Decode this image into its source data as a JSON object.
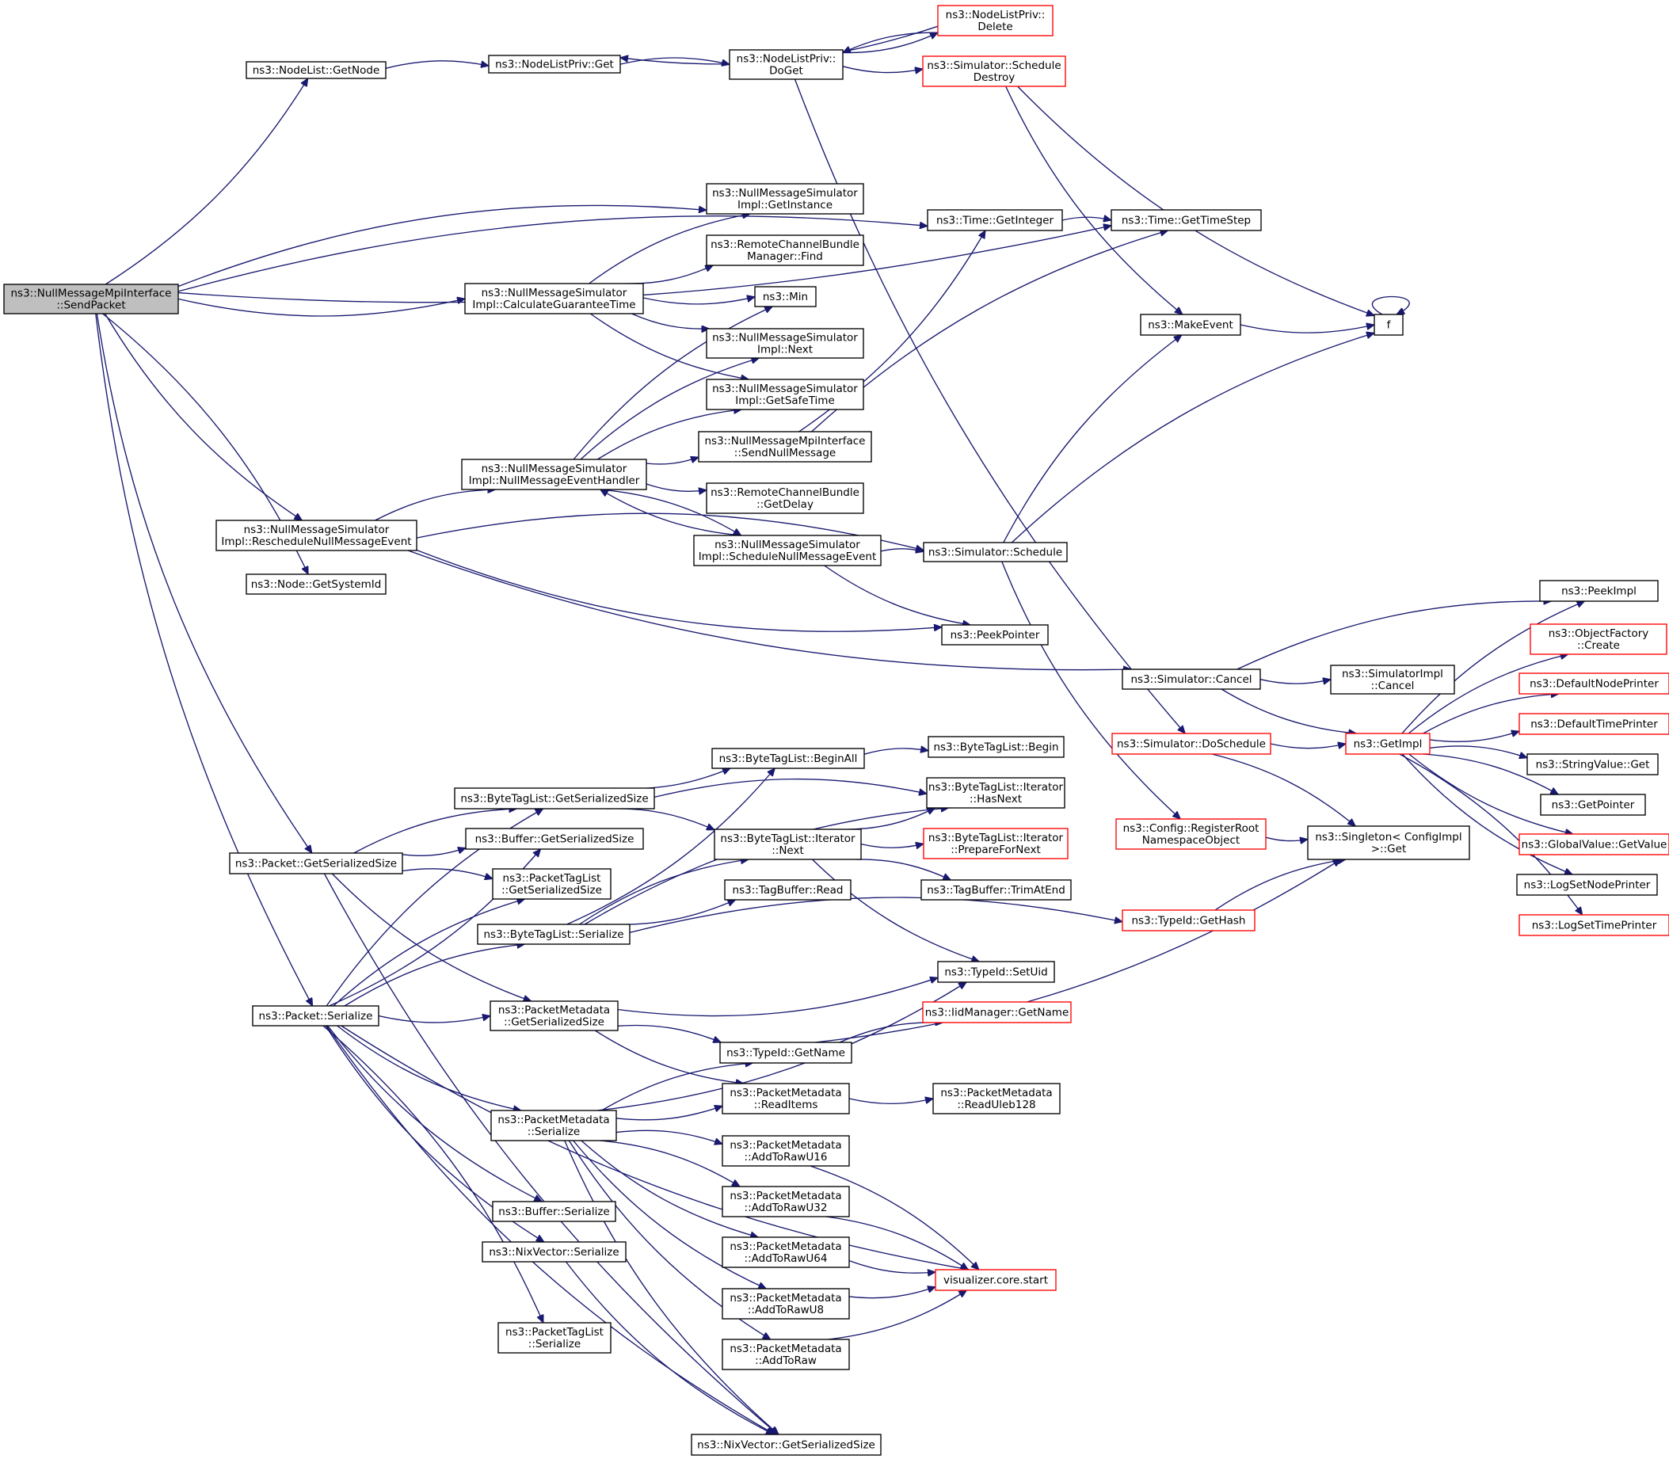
{
  "colors": {
    "edge": "#191970",
    "node_border": "#000000",
    "truncated_node_border": "#ff0000",
    "root_fill": "#bfbfbf",
    "node_fill": "#ffffff"
  },
  "nodes": [
    {
      "id": "root",
      "lines": [
        "ns3::NullMessageMpiInterface",
        "::SendPacket"
      ],
      "root": true
    },
    {
      "id": "getnode",
      "lines": [
        "ns3::NodeList::GetNode"
      ]
    },
    {
      "id": "nlp_get",
      "lines": [
        "ns3::NodeListPriv::Get"
      ]
    },
    {
      "id": "nlp_doget",
      "lines": [
        "ns3::NodeListPriv::",
        "DoGet"
      ]
    },
    {
      "id": "nlp_delete",
      "lines": [
        "ns3::NodeListPriv::",
        "Delete"
      ],
      "truncated": true
    },
    {
      "id": "sched_destroy",
      "lines": [
        "ns3::Simulator::Schedule",
        "Destroy"
      ],
      "truncated": true
    },
    {
      "id": "getinstance",
      "lines": [
        "ns3::NullMessageSimulator",
        "Impl::GetInstance"
      ]
    },
    {
      "id": "rcbm_find",
      "lines": [
        "ns3::RemoteChannelBundle",
        "Manager::Find"
      ]
    },
    {
      "id": "min",
      "lines": [
        "ns3::Min"
      ]
    },
    {
      "id": "impl_next",
      "lines": [
        "ns3::NullMessageSimulator",
        "Impl::Next"
      ]
    },
    {
      "id": "getsafetime",
      "lines": [
        "ns3::NullMessageSimulator",
        "Impl::GetSafeTime"
      ]
    },
    {
      "id": "calcguar",
      "lines": [
        "ns3::NullMessageSimulator",
        "Impl::CalculateGuaranteeTime"
      ]
    },
    {
      "id": "time_getint",
      "lines": [
        "ns3::Time::GetInteger"
      ]
    },
    {
      "id": "time_getstep",
      "lines": [
        "ns3::Time::GetTimeStep"
      ]
    },
    {
      "id": "makeevent",
      "lines": [
        "ns3::MakeEvent"
      ]
    },
    {
      "id": "f",
      "lines": [
        "f"
      ]
    },
    {
      "id": "sendnull",
      "lines": [
        "ns3::NullMessageMpiInterface",
        "::SendNullMessage"
      ]
    },
    {
      "id": "nmhandler",
      "lines": [
        "ns3::NullMessageSimulator",
        "Impl::NullMessageEventHandler"
      ]
    },
    {
      "id": "rcb_getdelay",
      "lines": [
        "ns3::RemoteChannelBundle",
        "::GetDelay"
      ]
    },
    {
      "id": "schednull",
      "lines": [
        "ns3::NullMessageSimulator",
        "Impl::ScheduleNullMessageEvent"
      ]
    },
    {
      "id": "resched",
      "lines": [
        "ns3::NullMessageSimulator",
        "Impl::RescheduleNullMessageEvent"
      ]
    },
    {
      "id": "sim_schedule",
      "lines": [
        "ns3::Simulator::Schedule"
      ]
    },
    {
      "id": "node_sysid",
      "lines": [
        "ns3::Node::GetSystemId"
      ]
    },
    {
      "id": "peekpointer",
      "lines": [
        "ns3::PeekPointer"
      ]
    },
    {
      "id": "peekimpl",
      "lines": [
        "ns3::PeekImpl"
      ]
    },
    {
      "id": "objfactory",
      "lines": [
        "ns3::ObjectFactory",
        "::Create"
      ],
      "truncated": true
    },
    {
      "id": "sim_cancel",
      "lines": [
        "ns3::Simulator::Cancel"
      ]
    },
    {
      "id": "simimpl_cancel",
      "lines": [
        "ns3::SimulatorImpl",
        "::Cancel"
      ]
    },
    {
      "id": "defnodeprinter",
      "lines": [
        "ns3::DefaultNodePrinter"
      ],
      "truncated": true
    },
    {
      "id": "deftimeprinter",
      "lines": [
        "ns3::DefaultTimePrinter"
      ],
      "truncated": true
    },
    {
      "id": "doschedule",
      "lines": [
        "ns3::Simulator::DoSchedule"
      ],
      "truncated": true
    },
    {
      "id": "getimpl",
      "lines": [
        "ns3::GetImpl"
      ],
      "truncated": true
    },
    {
      "id": "stringvalue_get",
      "lines": [
        "ns3::StringValue::Get"
      ]
    },
    {
      "id": "getpointer",
      "lines": [
        "ns3::GetPointer"
      ]
    },
    {
      "id": "globalvalue",
      "lines": [
        "ns3::GlobalValue::GetValue"
      ],
      "truncated": true
    },
    {
      "id": "logsetnode",
      "lines": [
        "ns3::LogSetNodePrinter"
      ]
    },
    {
      "id": "logsettime",
      "lines": [
        "ns3::LogSetTimePrinter"
      ],
      "truncated": true
    },
    {
      "id": "btl_beginall",
      "lines": [
        "ns3::ByteTagList::BeginAll"
      ]
    },
    {
      "id": "btl_begin",
      "lines": [
        "ns3::ByteTagList::Begin"
      ]
    },
    {
      "id": "btl_getser",
      "lines": [
        "ns3::ByteTagList::GetSerializedSize"
      ]
    },
    {
      "id": "btl_it_hasnext",
      "lines": [
        "ns3::ByteTagList::Iterator",
        "::HasNext"
      ]
    },
    {
      "id": "buf_getser",
      "lines": [
        "ns3::Buffer::GetSerializedSize"
      ]
    },
    {
      "id": "btl_it_next",
      "lines": [
        "ns3::ByteTagList::Iterator",
        "::Next"
      ]
    },
    {
      "id": "btl_it_prep",
      "lines": [
        "ns3::ByteTagList::Iterator",
        "::PrepareForNext"
      ],
      "truncated": true
    },
    {
      "id": "pkt_getser",
      "lines": [
        "ns3::Packet::GetSerializedSize"
      ]
    },
    {
      "id": "ptl_getser",
      "lines": [
        "ns3::PacketTagList",
        "::GetSerializedSize"
      ]
    },
    {
      "id": "tb_read",
      "lines": [
        "ns3::TagBuffer::Read"
      ]
    },
    {
      "id": "tb_trim",
      "lines": [
        "ns3::TagBuffer::TrimAtEnd"
      ]
    },
    {
      "id": "cfg_regroot",
      "lines": [
        "ns3::Config::RegisterRoot",
        "NamespaceObject"
      ],
      "truncated": true
    },
    {
      "id": "singleton",
      "lines": [
        "ns3::Singleton< ConfigImpl",
        "  >::Get"
      ]
    },
    {
      "id": "btl_ser",
      "lines": [
        "ns3::ByteTagList::Serialize"
      ]
    },
    {
      "id": "typeid_gethash",
      "lines": [
        "ns3::TypeId::GetHash"
      ],
      "truncated": true
    },
    {
      "id": "typeid_setuid",
      "lines": [
        "ns3::TypeId::SetUid"
      ]
    },
    {
      "id": "pkt_ser",
      "lines": [
        "ns3::Packet::Serialize"
      ]
    },
    {
      "id": "pm_getser",
      "lines": [
        "ns3::PacketMetadata",
        "::GetSerializedSize"
      ]
    },
    {
      "id": "iid_getname",
      "lines": [
        "ns3::IidManager::GetName"
      ],
      "truncated": true
    },
    {
      "id": "typeid_getname",
      "lines": [
        "ns3::TypeId::GetName"
      ]
    },
    {
      "id": "pm_readitems",
      "lines": [
        "ns3::PacketMetadata",
        "::ReadItems"
      ]
    },
    {
      "id": "pm_readuleb",
      "lines": [
        "ns3::PacketMetadata",
        "::ReadUleb128"
      ]
    },
    {
      "id": "pm_ser",
      "lines": [
        "ns3::PacketMetadata",
        "::Serialize"
      ]
    },
    {
      "id": "pm_raw16",
      "lines": [
        "ns3::PacketMetadata",
        "::AddToRawU16"
      ]
    },
    {
      "id": "pm_raw32",
      "lines": [
        "ns3::PacketMetadata",
        "::AddToRawU32"
      ]
    },
    {
      "id": "buf_ser",
      "lines": [
        "ns3::Buffer::Serialize"
      ]
    },
    {
      "id": "nix_ser",
      "lines": [
        "ns3::NixVector::Serialize"
      ]
    },
    {
      "id": "pm_raw64",
      "lines": [
        "ns3::PacketMetadata",
        "::AddToRawU64"
      ]
    },
    {
      "id": "viz_start",
      "lines": [
        "visualizer.core.start"
      ],
      "truncated": true
    },
    {
      "id": "pm_raw8",
      "lines": [
        "ns3::PacketMetadata",
        "::AddToRawU8"
      ]
    },
    {
      "id": "ptl_ser",
      "lines": [
        "ns3::PacketTagList",
        "::Serialize"
      ]
    },
    {
      "id": "pm_raw",
      "lines": [
        "ns3::PacketMetadata",
        "::AddToRaw"
      ]
    },
    {
      "id": "nix_getser",
      "lines": [
        "ns3::NixVector::GetSerializedSize"
      ]
    }
  ],
  "edges": [
    [
      "root",
      "getnode"
    ],
    [
      "getnode",
      "nlp_get"
    ],
    [
      "nlp_get",
      "nlp_doget"
    ],
    [
      "nlp_doget",
      "nlp_delete"
    ],
    [
      "nlp_delete",
      "nlp_get"
    ],
    [
      "nlp_delete",
      "nlp_doget"
    ],
    [
      "nlp_doget",
      "sched_destroy"
    ],
    [
      "nlp_doget",
      "doschedule"
    ],
    [
      "sched_destroy",
      "makeevent"
    ],
    [
      "sched_destroy",
      "f"
    ],
    [
      "root",
      "getinstance"
    ],
    [
      "root",
      "time_getint"
    ],
    [
      "root",
      "time_getstep"
    ],
    [
      "root",
      "calcguar"
    ],
    [
      "root",
      "resched"
    ],
    [
      "root",
      "node_sysid"
    ],
    [
      "root",
      "pkt_getser"
    ],
    [
      "root",
      "pkt_ser"
    ],
    [
      "time_getint",
      "time_getstep"
    ],
    [
      "makeevent",
      "f"
    ],
    [
      "f",
      "f"
    ],
    [
      "calcguar",
      "getinstance"
    ],
    [
      "calcguar",
      "rcbm_find"
    ],
    [
      "calcguar",
      "min"
    ],
    [
      "calcguar",
      "impl_next"
    ],
    [
      "calcguar",
      "getsafetime"
    ],
    [
      "resched",
      "nmhandler"
    ],
    [
      "resched",
      "sim_schedule"
    ],
    [
      "resched",
      "peekpointer"
    ],
    [
      "resched",
      "sim_cancel"
    ],
    [
      "nmhandler",
      "min"
    ],
    [
      "nmhandler",
      "impl_next"
    ],
    [
      "nmhandler",
      "getsafetime"
    ],
    [
      "nmhandler",
      "sendnull"
    ],
    [
      "nmhandler",
      "rcb_getdelay"
    ],
    [
      "nmhandler",
      "schednull"
    ],
    [
      "sendnull",
      "time_getint"
    ],
    [
      "sendnull",
      "time_getstep"
    ],
    [
      "schednull",
      "nmhandler"
    ],
    [
      "schednull",
      "sim_schedule"
    ],
    [
      "schednull",
      "peekpointer"
    ],
    [
      "sim_schedule",
      "makeevent"
    ],
    [
      "sim_schedule",
      "f"
    ],
    [
      "sim_schedule",
      "cfg_regroot"
    ],
    [
      "sim_cancel",
      "peekimpl"
    ],
    [
      "sim_cancel",
      "simimpl_cancel"
    ],
    [
      "sim_cancel",
      "getimpl"
    ],
    [
      "doschedule",
      "getimpl"
    ],
    [
      "doschedule",
      "singleton"
    ],
    [
      "cfg_regroot",
      "singleton"
    ],
    [
      "getimpl",
      "peekimpl"
    ],
    [
      "getimpl",
      "objfactory"
    ],
    [
      "getimpl",
      "defnodeprinter"
    ],
    [
      "getimpl",
      "deftimeprinter"
    ],
    [
      "getimpl",
      "stringvalue_get"
    ],
    [
      "getimpl",
      "getpointer"
    ],
    [
      "getimpl",
      "globalvalue"
    ],
    [
      "getimpl",
      "logsetnode"
    ],
    [
      "getimpl",
      "logsettime"
    ],
    [
      "pkt_getser",
      "btl_getser"
    ],
    [
      "pkt_getser",
      "buf_getser"
    ],
    [
      "pkt_getser",
      "ptl_getser"
    ],
    [
      "pkt_getser",
      "pm_getser"
    ],
    [
      "pkt_getser",
      "nix_getser"
    ],
    [
      "btl_getser",
      "btl_beginall"
    ],
    [
      "btl_getser",
      "btl_it_hasnext"
    ],
    [
      "btl_getser",
      "btl_it_next"
    ],
    [
      "btl_beginall",
      "btl_begin"
    ],
    [
      "btl_it_next",
      "btl_it_hasnext"
    ],
    [
      "btl_it_next",
      "btl_it_prep"
    ],
    [
      "btl_it_next",
      "tb_trim"
    ],
    [
      "btl_it_next",
      "typeid_setuid"
    ],
    [
      "btl_ser",
      "btl_beginall"
    ],
    [
      "btl_ser",
      "btl_it_hasnext"
    ],
    [
      "btl_ser",
      "btl_it_next"
    ],
    [
      "btl_ser",
      "tb_read"
    ],
    [
      "btl_ser",
      "typeid_gethash"
    ],
    [
      "typeid_gethash",
      "singleton"
    ],
    [
      "pkt_ser",
      "btl_getser"
    ],
    [
      "pkt_ser",
      "buf_getser"
    ],
    [
      "pkt_ser",
      "ptl_getser"
    ],
    [
      "pkt_ser",
      "btl_ser"
    ],
    [
      "pkt_ser",
      "pm_getser"
    ],
    [
      "pkt_ser",
      "pm_ser"
    ],
    [
      "pkt_ser",
      "buf_ser"
    ],
    [
      "pkt_ser",
      "nix_ser"
    ],
    [
      "pkt_ser",
      "ptl_ser"
    ],
    [
      "pkt_ser",
      "nix_getser"
    ],
    [
      "pkt_ser",
      "viz_start"
    ],
    [
      "pm_getser",
      "typeid_setuid"
    ],
    [
      "pm_getser",
      "typeid_getname"
    ],
    [
      "pm_getser",
      "pm_readitems"
    ],
    [
      "typeid_getname",
      "iid_getname"
    ],
    [
      "typeid_getname",
      "singleton"
    ],
    [
      "pm_readitems",
      "pm_readuleb"
    ],
    [
      "pm_ser",
      "typeid_setuid"
    ],
    [
      "pm_ser",
      "typeid_getname"
    ],
    [
      "pm_ser",
      "pm_readitems"
    ],
    [
      "pm_ser",
      "pm_raw16"
    ],
    [
      "pm_ser",
      "pm_raw32"
    ],
    [
      "pm_ser",
      "pm_raw64"
    ],
    [
      "pm_ser",
      "pm_raw8"
    ],
    [
      "pm_ser",
      "pm_raw"
    ],
    [
      "pm_ser",
      "nix_getser"
    ],
    [
      "pm_raw16",
      "viz_start"
    ],
    [
      "pm_raw32",
      "viz_start"
    ],
    [
      "pm_raw64",
      "viz_start"
    ],
    [
      "pm_raw8",
      "viz_start"
    ],
    [
      "pm_raw",
      "viz_start"
    ],
    [
      "nix_ser",
      "nix_getser"
    ]
  ]
}
